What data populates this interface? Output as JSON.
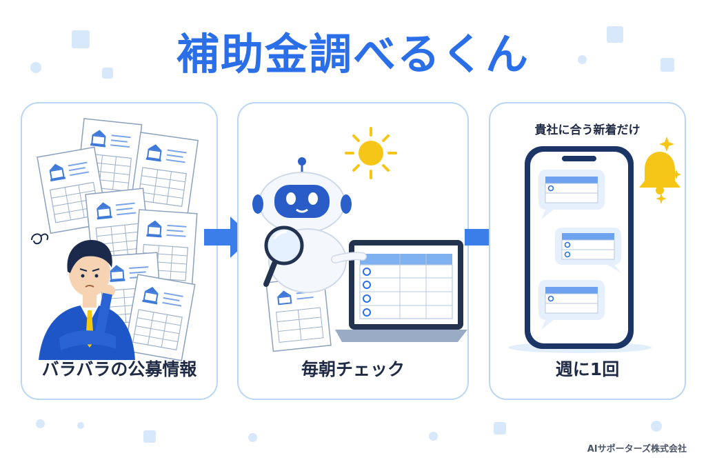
{
  "title": "補助金調べるくん",
  "colors": {
    "accent": "#2b6fe8",
    "panel_border": "#b9d6f5",
    "sun": "#f5c518",
    "bell": "#f5c518",
    "suit": "#1e56c8",
    "tie": "#f2c80c"
  },
  "panels": [
    {
      "label": "バラバラの公募情報"
    },
    {
      "label": "毎朝チェック"
    },
    {
      "caption": "貴社に合う新着だけ",
      "label": "週に1回"
    }
  ],
  "icons": [
    "government-building-icon",
    "magnifier-icon",
    "sun-icon",
    "bell-icon",
    "sparkle-icon",
    "arrow-right-icon"
  ],
  "footer": {
    "company": "AIサポーターズ株式会社"
  }
}
